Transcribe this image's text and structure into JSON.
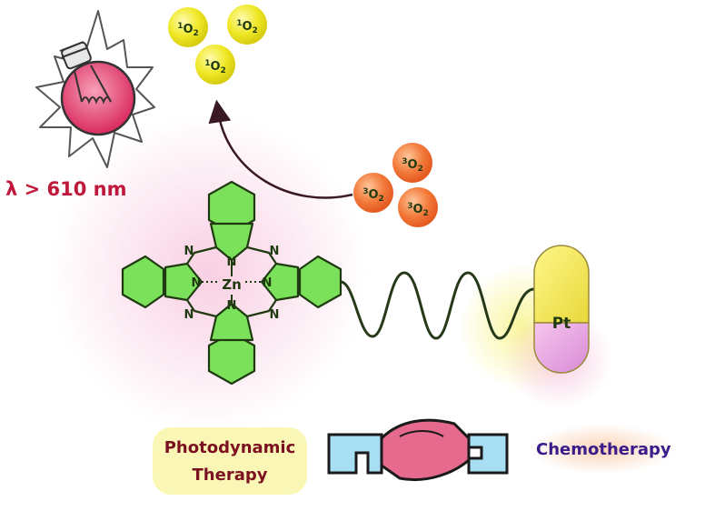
{
  "light": {
    "wavelength_label": "λ > 610 nm"
  },
  "singlet_oxygen": [
    {
      "label": "1O2"
    },
    {
      "label": "1O2"
    },
    {
      "label": "1O2"
    }
  ],
  "triplet_oxygen": [
    {
      "label": "3O2"
    },
    {
      "label": "3O2"
    },
    {
      "label": "3O2"
    }
  ],
  "molecule": {
    "metal": "Zn",
    "nitrogen": "N",
    "drug_label": "Pt"
  },
  "labels": {
    "pdt_line1": "Photodynamic",
    "pdt_line2": "Therapy",
    "chemo": "Chemotherapy"
  },
  "colors": {
    "singlet_oxygen": "#f2ee2a",
    "triplet_oxygen": "#f07838",
    "bulb": "#e33a6a",
    "structure": "#7be05a",
    "wavelength_text": "#c0183a",
    "chemo_text": "#3a1c8a"
  }
}
